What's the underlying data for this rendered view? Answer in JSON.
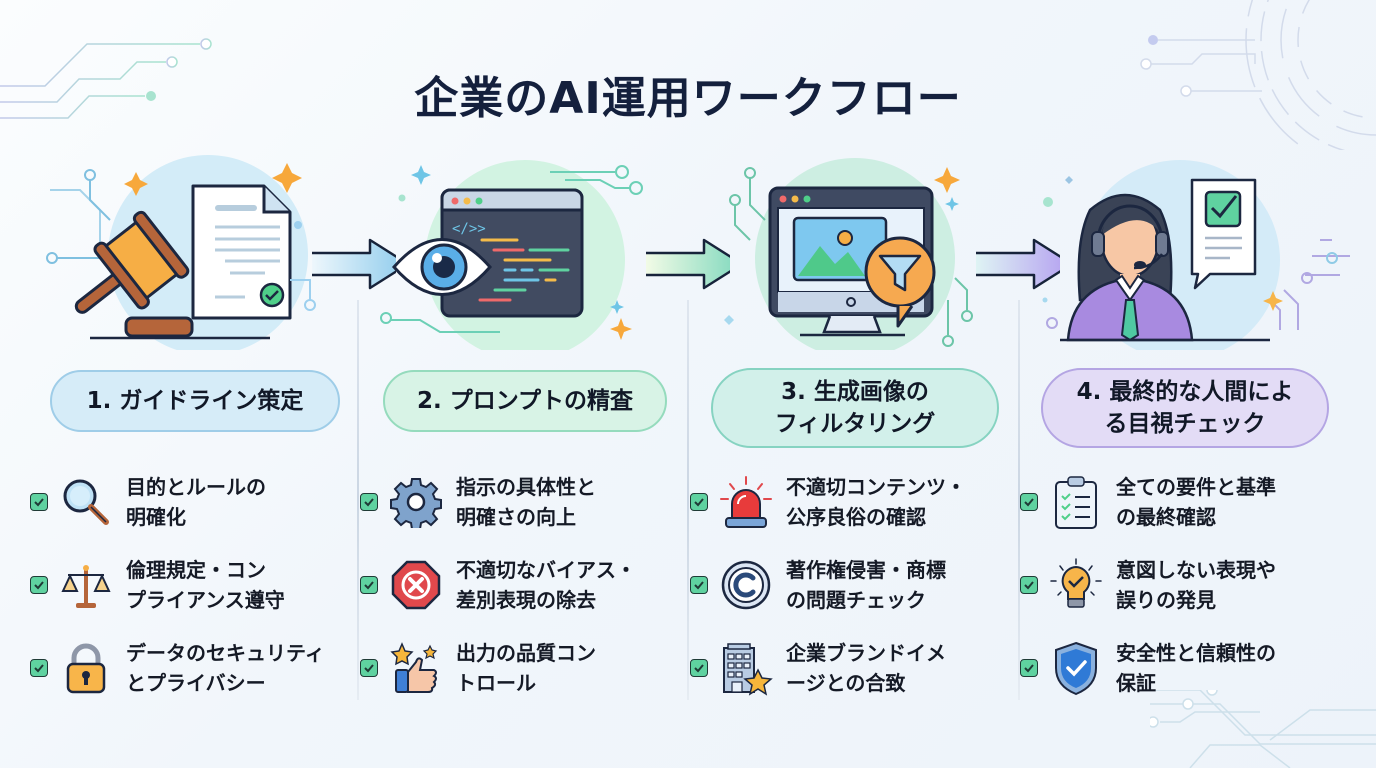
{
  "title": "企業のAI運用ワークフロー",
  "colors": {
    "title": "#14203d",
    "step1": "#d6ecf8",
    "step2": "#d8f3e6",
    "step3": "#d2f0ea",
    "step4": "#e3dcf6",
    "check": "#5fd2a0"
  },
  "steps": [
    {
      "label": "1. ガイドライン策定",
      "hero_icon": "gavel-document-icon",
      "items": [
        {
          "icon": "magnifier-icon",
          "text": "目的とルールの\n明確化"
        },
        {
          "icon": "scales-icon",
          "text": "倫理規定・コン\nプライアンス遵守"
        },
        {
          "icon": "padlock-icon",
          "text": "データのセキュリティ\nとプライバシー"
        }
      ]
    },
    {
      "label": "2. プロンプトの精査",
      "hero_icon": "eye-code-window-icon",
      "items": [
        {
          "icon": "gear-icon",
          "text": "指示の具体性と\n明確さの向上"
        },
        {
          "icon": "stop-x-icon",
          "text": "不適切なバイアス・\n差別表現の除去"
        },
        {
          "icon": "thumbs-up-stars-icon",
          "text": "出力の品質コン\nトロール"
        }
      ]
    },
    {
      "label": "3. 生成画像の\nフィルタリング",
      "hero_icon": "monitor-image-filter-icon",
      "items": [
        {
          "icon": "alarm-light-icon",
          "text": "不適切コンテンツ・\n公序良俗の確認"
        },
        {
          "icon": "copyright-icon",
          "text": "著作権侵害・商標\nの問題チェック"
        },
        {
          "icon": "building-star-icon",
          "text": "企業ブランドイメ\nージとの合致"
        }
      ]
    },
    {
      "label": "4. 最終的な人間によ\nる目視チェック",
      "hero_icon": "operator-headset-icon",
      "items": [
        {
          "icon": "clipboard-checklist-icon",
          "text": "全ての要件と基準\nの最終確認"
        },
        {
          "icon": "lightbulb-check-icon",
          "text": "意図しない表現や\n誤りの発見"
        },
        {
          "icon": "shield-check-icon",
          "text": "安全性と信頼性の\n保証"
        }
      ]
    }
  ]
}
